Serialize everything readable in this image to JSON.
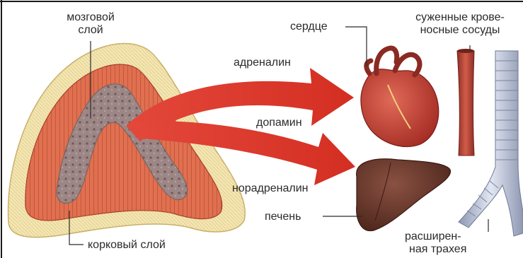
{
  "labels": {
    "medulla": [
      "мозговой",
      "слой"
    ],
    "cortex": "корковый слой",
    "heart": "сердце",
    "vessels": [
      "суженные крове-",
      "носные сосуды"
    ],
    "adrenaline": "адреналин",
    "dopamine": "допамин",
    "noradrenaline": "норадреналин",
    "liver": "печень",
    "trachea": [
      "расширен-",
      "ная трахея"
    ]
  },
  "colors": {
    "arrow": "#d8382a",
    "cortex": "#d9684a",
    "medulla": "#9a8584",
    "capsule": "#f2e2a8",
    "heart": "#c8443a",
    "liver": "#6a3a2e",
    "vessel": "#b8453a",
    "trachea": "#b9c2d8"
  }
}
